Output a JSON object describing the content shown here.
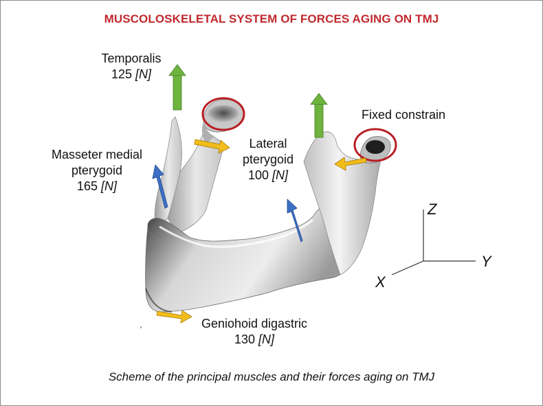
{
  "title": "MUSCOLOSKELETAL SYSTEM OF FORCES AGING ON TMJ",
  "caption": "Scheme of the principal muscles and their forces aging on TMJ",
  "colors": {
    "title": "#c0282d",
    "vertical_force": "#6fb33f",
    "oblique_force": "#3d6fc4",
    "horizontal_force": "#f2bd1c",
    "constraint_ring": "#b81e24"
  },
  "muscles": {
    "temporalis": {
      "name": "Temporalis",
      "value": "125",
      "unit": "[N]"
    },
    "masseter": {
      "name_line1": "Masseter medial",
      "name_line2": "pterygoid",
      "value": "165",
      "unit": "[N]"
    },
    "lateral": {
      "name_line1": "Lateral",
      "name_line2": "pterygoid",
      "value": "100",
      "unit": "[N]"
    },
    "geniohoid": {
      "name": "Geniohoid digastric",
      "value": "130",
      "unit": "[N]"
    }
  },
  "fixed_label": "Fixed constrain",
  "axes": {
    "z": "Z",
    "y": "Y",
    "x": "X"
  }
}
